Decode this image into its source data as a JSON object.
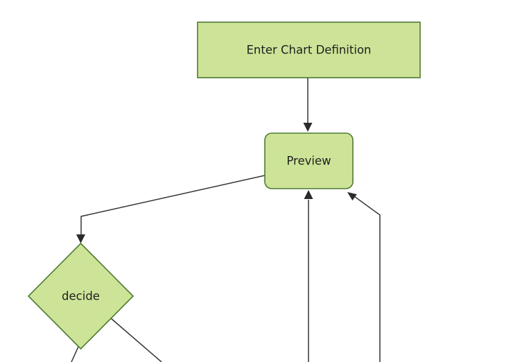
{
  "diagram": {
    "type": "flowchart",
    "direction": "top-down",
    "nodes": [
      {
        "id": "A",
        "label": "Enter Chart Definition",
        "shape": "rectangle"
      },
      {
        "id": "B",
        "label": "Preview",
        "shape": "rounded-rectangle"
      },
      {
        "id": "C",
        "label": "decide",
        "shape": "diamond"
      }
    ],
    "edges": [
      {
        "from": "A",
        "to": "B",
        "arrow": true,
        "label": ""
      },
      {
        "from": "B",
        "to": "C",
        "arrow": true,
        "label": ""
      },
      {
        "from": "offscreen-bottom-center",
        "to": "B",
        "arrow": true,
        "label": ""
      },
      {
        "from": "offscreen-bottom-right",
        "to": "B",
        "arrow": true,
        "label": ""
      },
      {
        "from": "C",
        "to": "offscreen-bottom-left",
        "arrow": false,
        "label": ""
      },
      {
        "from": "C",
        "to": "offscreen-bottom-right",
        "arrow": false,
        "label": ""
      }
    ]
  },
  "colors": {
    "background": "#ffffff",
    "node_fill": "#cde498",
    "node_border": "#4e7a31",
    "edge_line": "#333333",
    "arrowhead": "#2b2b2b",
    "text": "#1f1f1f"
  }
}
